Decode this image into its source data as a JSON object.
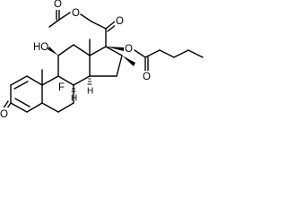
{
  "structure": {
    "atoms": {
      "c3_oxygen": "O",
      "acetate_ester_oxygen": "O",
      "acetate_carbonyl_oxygen": "O",
      "c20_carbonyl_oxygen": "O",
      "c11_hydroxyl": "HO",
      "c9_fluorine": "F",
      "c17_ester_oxygen": "O",
      "valerate_carbonyl_oxygen": "O",
      "h_c8": "H",
      "h_c14": "H"
    }
  }
}
